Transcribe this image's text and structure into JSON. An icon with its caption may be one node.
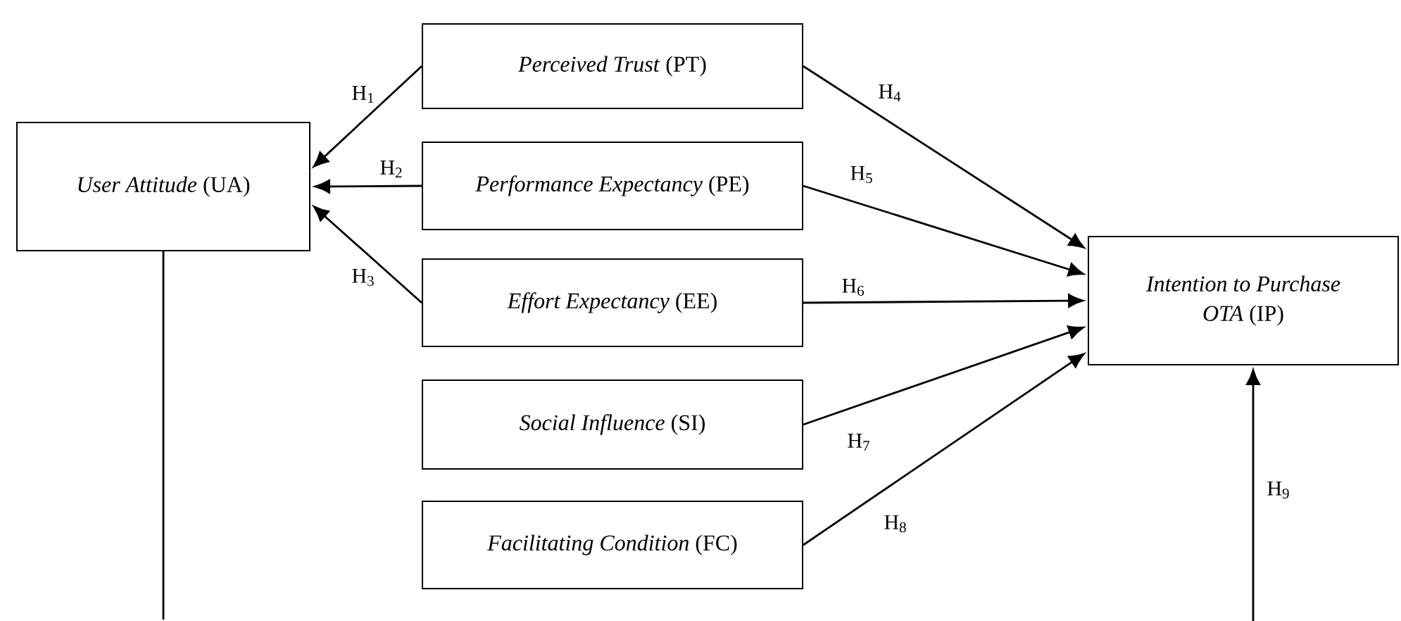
{
  "diagram": {
    "nodes": [
      {
        "text": [
          "*User Attitude* (UA)"
        ]
      },
      {
        "text": [
          "*Perceived Trust* (PT)"
        ]
      },
      {
        "text": [
          "*Performance Expectancy* (PE)"
        ]
      },
      {
        "text": [
          "*Effort Expectancy* (EE)"
        ]
      },
      {
        "text": [
          "*Social Influence* (SI)"
        ]
      },
      {
        "text": [
          "*Facilitating Condition* (FC)"
        ]
      },
      {
        "text": [
          "*Intention to Purchase OTA* (IP)"
        ]
      }
    ],
    "edges": [
      {
        "from": 1,
        "to": 0,
        "arrow": "to",
        "label": "H$_{1}$"
      },
      {
        "from": 2,
        "to": 0,
        "arrow": "to",
        "label": "H$_{2}$"
      },
      {
        "from": 3,
        "to": 0,
        "arrow": "to",
        "label": "H$_{3}$"
      },
      {
        "from": 1,
        "to": 6,
        "arrow": "to",
        "label": "H$_{4}$"
      },
      {
        "from": 2,
        "to": 6,
        "arrow": "to",
        "label": "H$_{5}$"
      },
      {
        "from": 3,
        "to": 6,
        "arrow": "to",
        "label": "H$_{6}$"
      },
      {
        "from": 4,
        "to": 6,
        "arrow": "to",
        "label": "H$_{7}$"
      },
      {
        "from": 5,
        "to": 6,
        "arrow": "to",
        "label": "H$_{8}$"
      },
      {
        "from": 0,
        "to": null,
        "arrow": "none"
      },
      {
        "from": null,
        "to": 6,
        "arrow": "to",
        "label": "H$_{9}$"
      }
    ]
  }
}
